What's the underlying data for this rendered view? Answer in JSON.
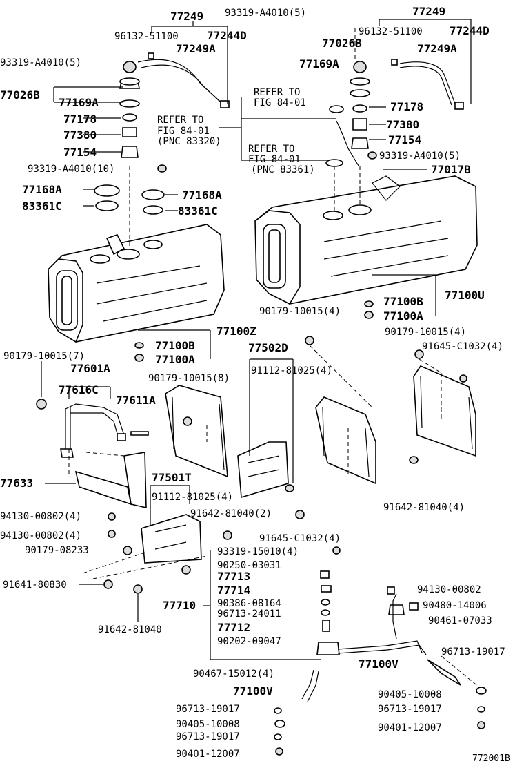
{
  "diagram_id": "772001B",
  "labels": {
    "l77249_left": "77249",
    "l93319_A4010_5_top": "93319-A4010(5)",
    "l77249_right": "77249",
    "l96132_left": "96132-51100",
    "l77244D_left": "77244D",
    "l96132_right": "96132-51100",
    "l77244D_right": "77244D",
    "l77249A_left": "77249A",
    "l77026B_right": "77026B",
    "l77249A_right": "77249A",
    "l93319_A4010_5_left": "93319-A4010(5)",
    "l77169A_right": "77169A",
    "l77026B_left": "77026B",
    "l77169A_left": "77169A",
    "l77178_left": "77178",
    "l77178_right": "77178",
    "l77380_left": "77380",
    "l77380_right": "77380",
    "l77154_left": "77154",
    "l77154_right": "77154",
    "l93319_A4010_10": "93319-A4010(10)",
    "l93319_A4010_5_right": "93319-A4010(5)",
    "l77017B": "77017B",
    "l77168A_left": "77168A",
    "l77168A_mid": "77168A",
    "l83361C_left": "83361C",
    "l83361C_mid": "83361C",
    "ref1_line1": "REFER TO",
    "ref1_line2": "FIG 84-01",
    "ref2_line1": "REFER TO",
    "ref2_line2": "FIG  84-01",
    "ref2_line3": "(PNC 83320)",
    "ref3_line1": "REFER TO",
    "ref3_line2": "FIG 84-01",
    "ref3_line3": "(PNC 83361)",
    "l77100U": "77100U",
    "l77100B_right": "77100B",
    "l77100A_right": "77100A",
    "l90179_10015_4_mid": "90179-10015(4)",
    "l77100Z": "77100Z",
    "l77100B_left": "77100B",
    "l77100A_left": "77100A",
    "l77502D": "77502D",
    "l90179_10015_4_right": "90179-10015(4)",
    "l91645_C1032_4_top": "91645-C1032(4)",
    "l90179_10015_7": "90179-10015(7)",
    "l91112_81025_4_top": "91112-81025(4)",
    "l77601A": "77601A",
    "l90179_10015_8": "90179-10015(8)",
    "l77616C": "77616C",
    "l77611A": "77611A",
    "l77633": "77633",
    "l77501T": "77501T",
    "l91112_81025_4_bot": "91112-81025(4)",
    "l91642_81040_4": "91642-81040(4)",
    "l94130_00802_4_a": "94130-00802(4)",
    "l91642_81040_2": "91642-81040(2)",
    "l94130_00802_4_b": "94130-00802(4)",
    "l91645_C1032_4_bot": "91645-C1032(4)",
    "l90179_08233": "90179-08233",
    "l93319_15010_4": "93319-15010(4)",
    "l90250_03031": "90250-03031",
    "l77713": "77713",
    "l91641_80830": "91641-80830",
    "l77714": "77714",
    "l94130_00802": "94130-00802",
    "l77710": "77710",
    "l90386_08164": "90386-08164",
    "l90480_14006": "90480-14006",
    "l96713_24011": "96713-24011",
    "l90461_07033": "90461-07033",
    "l91642_81040": "91642-81040",
    "l77712": "77712",
    "l90202_09047": "90202-09047",
    "l96713_19017_right": "96713-19017",
    "l77100V_right": "77100V",
    "l90467_15012_4": "90467-15012(4)",
    "l77100V_left": "77100V",
    "l90405_10008_right": "90405-10008",
    "l96713_19017_l1": "96713-19017",
    "l96713_19017_r2": "96713-19017",
    "l90405_10008_left": "90405-10008",
    "l96713_19017_l2": "96713-19017",
    "l90401_12007_right": "90401-12007",
    "l90401_12007_left": "90401-12007"
  }
}
